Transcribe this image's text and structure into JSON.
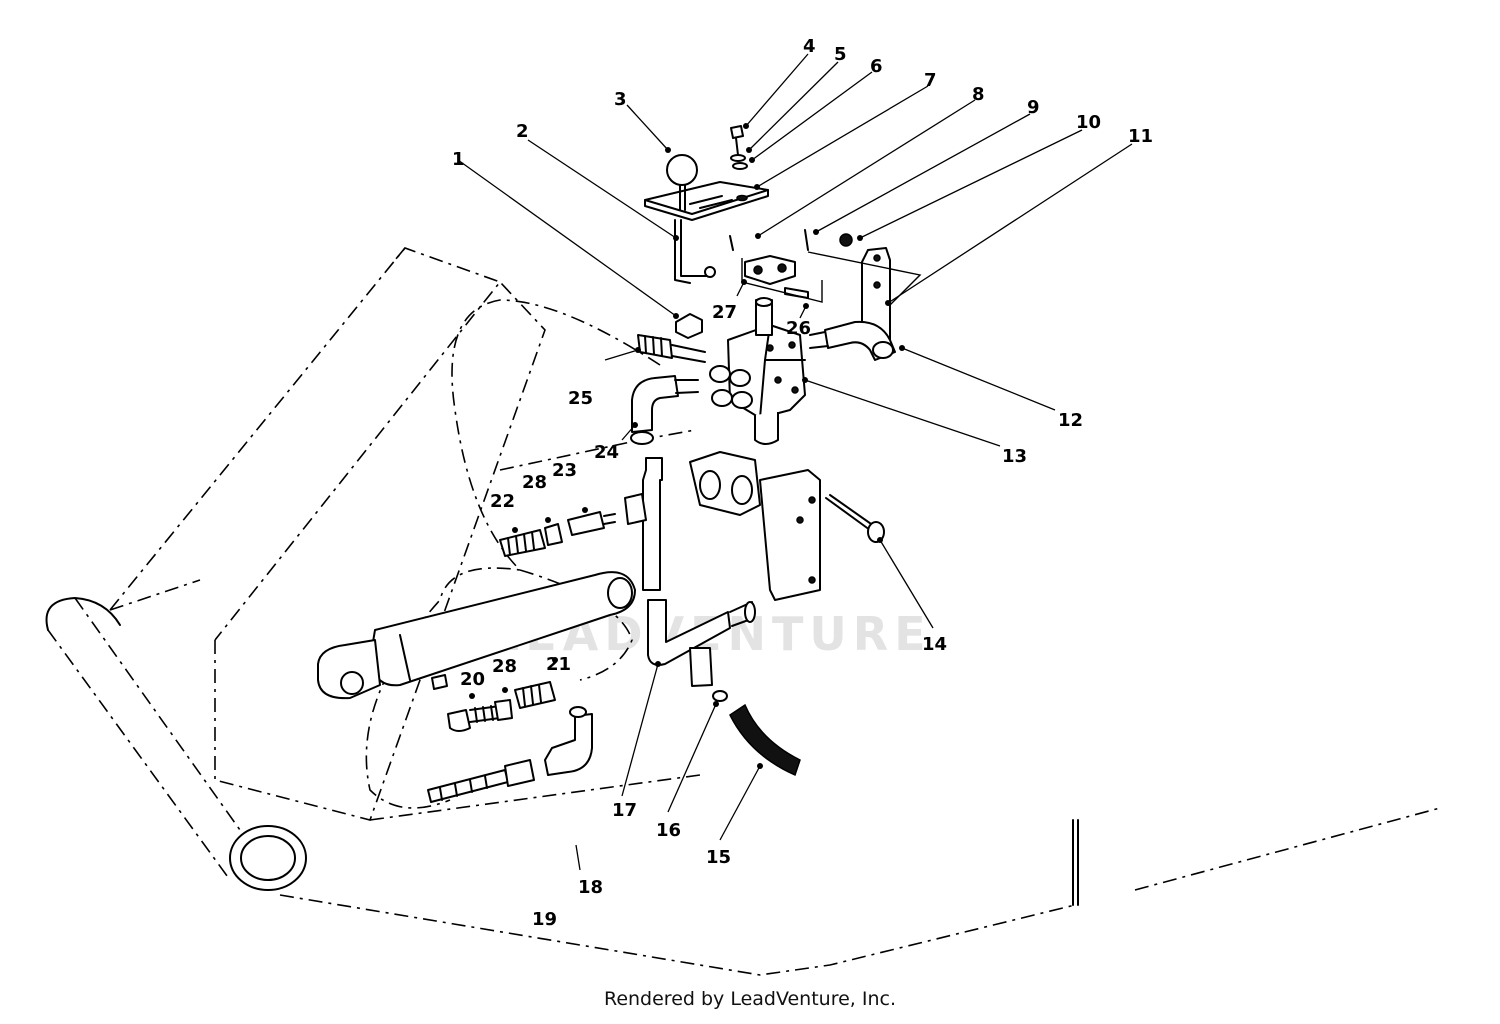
{
  "watermark": "LEADVENTURE",
  "footer": "Rendered by LeadVenture, Inc.",
  "callouts": [
    {
      "label": "1"
    },
    {
      "label": "2"
    },
    {
      "label": "3"
    },
    {
      "label": "4"
    },
    {
      "label": "5"
    },
    {
      "label": "6"
    },
    {
      "label": "7"
    },
    {
      "label": "8"
    },
    {
      "label": "9"
    },
    {
      "label": "10"
    },
    {
      "label": "11"
    },
    {
      "label": "12"
    },
    {
      "label": "13"
    },
    {
      "label": "14"
    },
    {
      "label": "15"
    },
    {
      "label": "16"
    },
    {
      "label": "17"
    },
    {
      "label": "18"
    },
    {
      "label": "19"
    },
    {
      "label": "20"
    },
    {
      "label": "21"
    },
    {
      "label": "22"
    },
    {
      "label": "23"
    },
    {
      "label": "24"
    },
    {
      "label": "25"
    },
    {
      "label": "26"
    },
    {
      "label": "27"
    },
    {
      "label": "28"
    },
    {
      "label": "28"
    }
  ]
}
